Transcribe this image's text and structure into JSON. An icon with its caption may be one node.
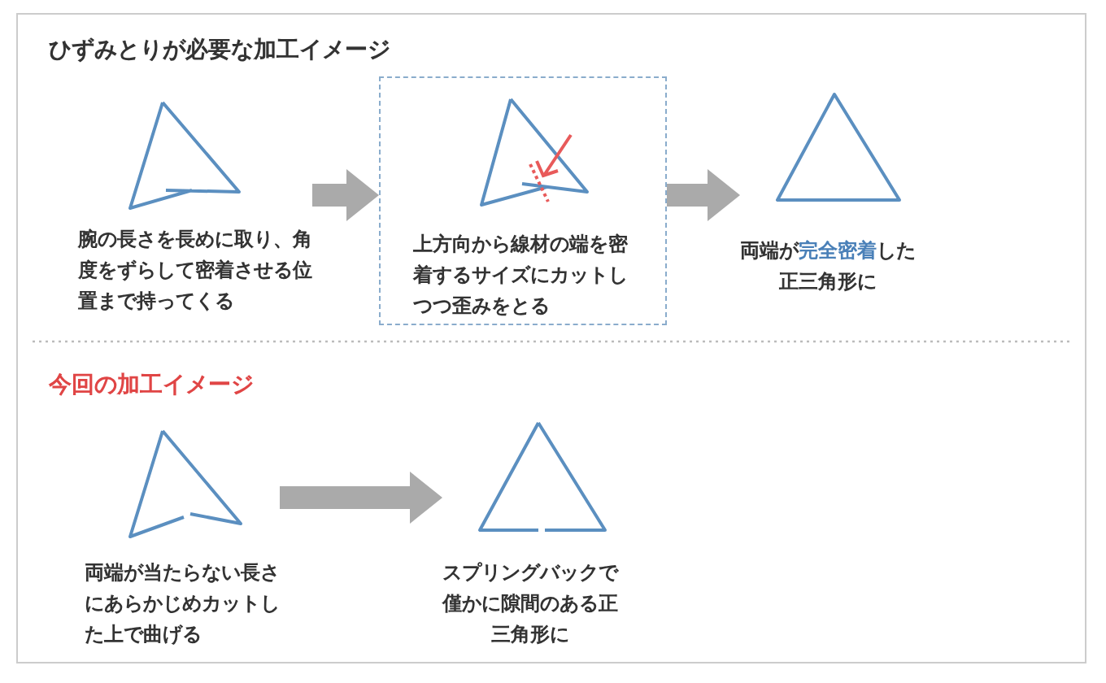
{
  "diagram": {
    "title": "ひずみとりが必要な加工イメージ",
    "nodes": [
      {
        "text": [
          "腕の長さを長めに取り、角度をずらして密着させる位置まで持ってくる"
        ]
      },
      {
        "text": [
          "上方向から線材の端を密着するサイズにカットしつつ歪みをとる"
        ]
      },
      {
        "text": [
          "両端が**完全密着**した正三角形に"
        ]
      },
      {
        "text": [
          "両端が当たらない長さにあらかじめカットした上で曲げる"
        ]
      },
      {
        "text": [
          "スプリングバックで僅かに隙間のある正三角形に"
        ]
      }
    ],
    "edges": [
      {
        "from": 0,
        "to": 1,
        "arrow": "to"
      },
      {
        "from": 1,
        "to": 2,
        "arrow": "to"
      },
      {
        "from": 3,
        "to": 4,
        "arrow": "to"
      }
    ],
    "labels": [
      "今回の加工イメージ"
    ]
  }
}
